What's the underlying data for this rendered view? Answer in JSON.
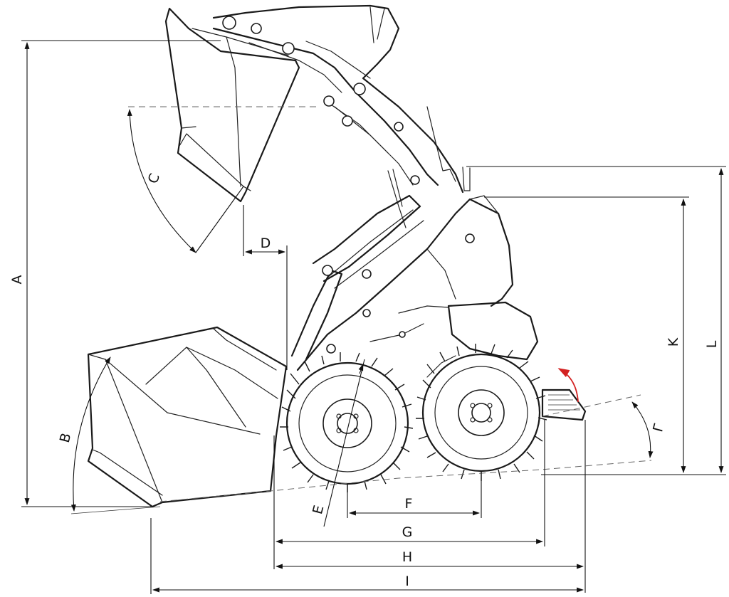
{
  "diagram": {
    "dimension_labels": {
      "A": "A",
      "B": "B",
      "C": "C",
      "D": "D",
      "E": "E",
      "F": "F",
      "G": "G",
      "H": "H",
      "I": "I",
      "K": "K",
      "L": "L",
      "Gamma": "Γ"
    },
    "colors": {
      "line": "#1a1a1a",
      "tilt_arrow": "#d32222",
      "background": "#ffffff"
    }
  }
}
